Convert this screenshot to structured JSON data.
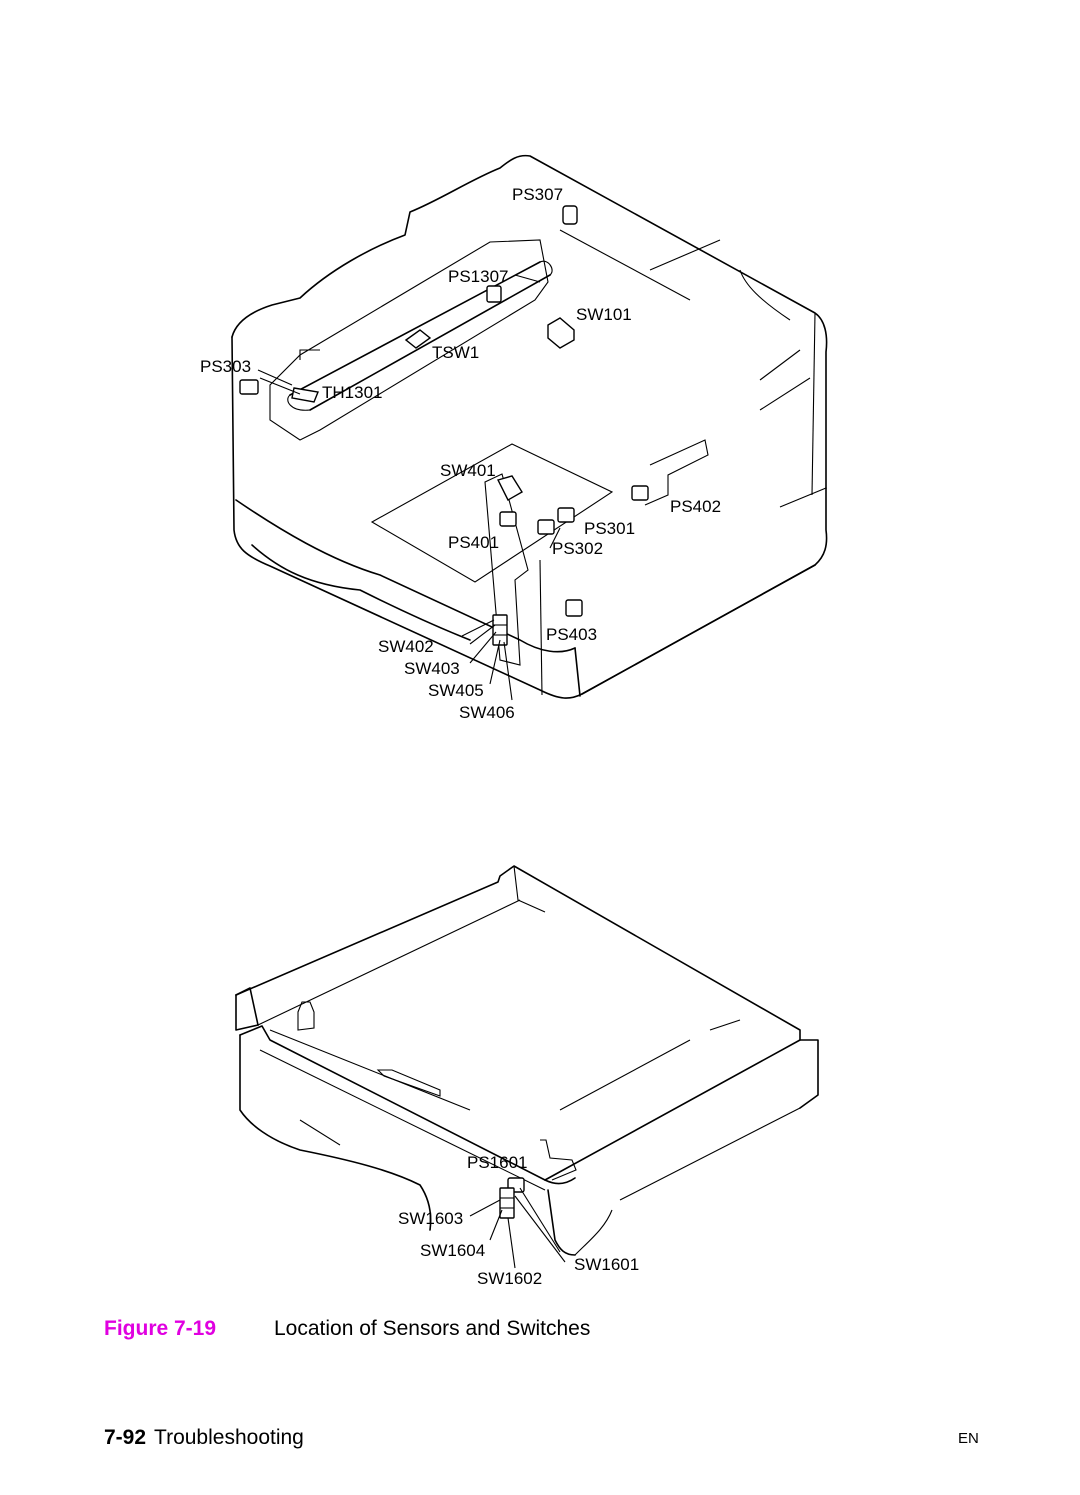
{
  "figure": {
    "number": "Figure 7-19",
    "title": "Location of Sensors and Switches"
  },
  "upper_diagram_labels": {
    "ps307": "PS307",
    "ps1307": "PS1307",
    "sw101": "SW101",
    "tsw1": "TSW1",
    "ps303": "PS303",
    "th1301": "TH1301",
    "sw401": "SW401",
    "ps402": "PS402",
    "ps301": "PS301",
    "ps401": "PS401",
    "ps302": "PS302",
    "ps403": "PS403",
    "sw402": "SW402",
    "sw403": "SW403",
    "sw405": "SW405",
    "sw406": "SW406"
  },
  "lower_diagram_labels": {
    "ps1601": "PS1601",
    "sw1603": "SW1603",
    "sw1604": "SW1604",
    "sw1601": "SW1601",
    "sw1602": "SW1602"
  },
  "footer": {
    "page_number": "7-92",
    "section": "Troubleshooting",
    "language": "EN"
  }
}
